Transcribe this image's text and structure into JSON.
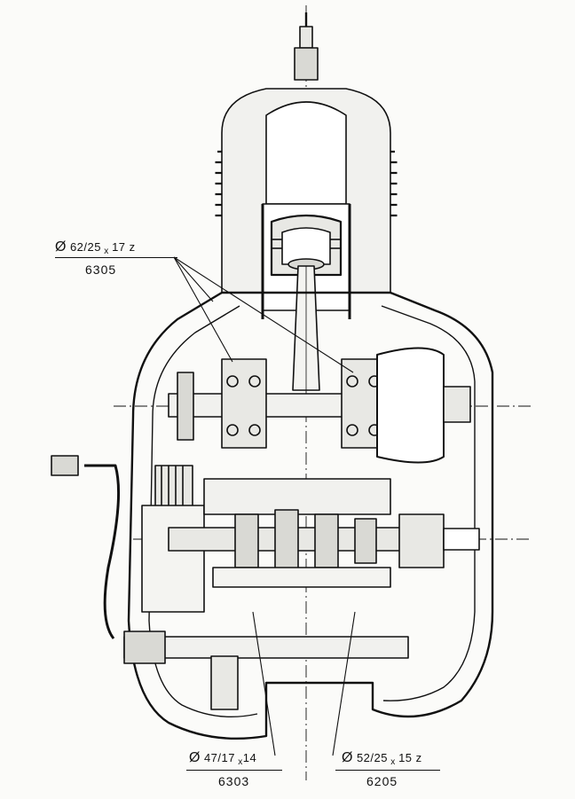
{
  "diagram": {
    "callouts": [
      {
        "id": "bearing-top",
        "symbol": "Ø",
        "size_a": "62",
        "size_b": "25",
        "size_c": "17",
        "suffix": "z",
        "code": "6305"
      },
      {
        "id": "bearing-bottom-left",
        "symbol": "Ø",
        "size_a": "47",
        "size_b": "17",
        "size_c": "14",
        "suffix": "",
        "code": "6303"
      },
      {
        "id": "bearing-bottom-right",
        "symbol": "Ø",
        "size_a": "52",
        "size_b": "25",
        "size_c": "15",
        "suffix": "z",
        "code": "6205"
      }
    ],
    "ink_color": "#111111",
    "paper_color": "#fbfbf9",
    "fill_color": "#e8e8e4"
  }
}
